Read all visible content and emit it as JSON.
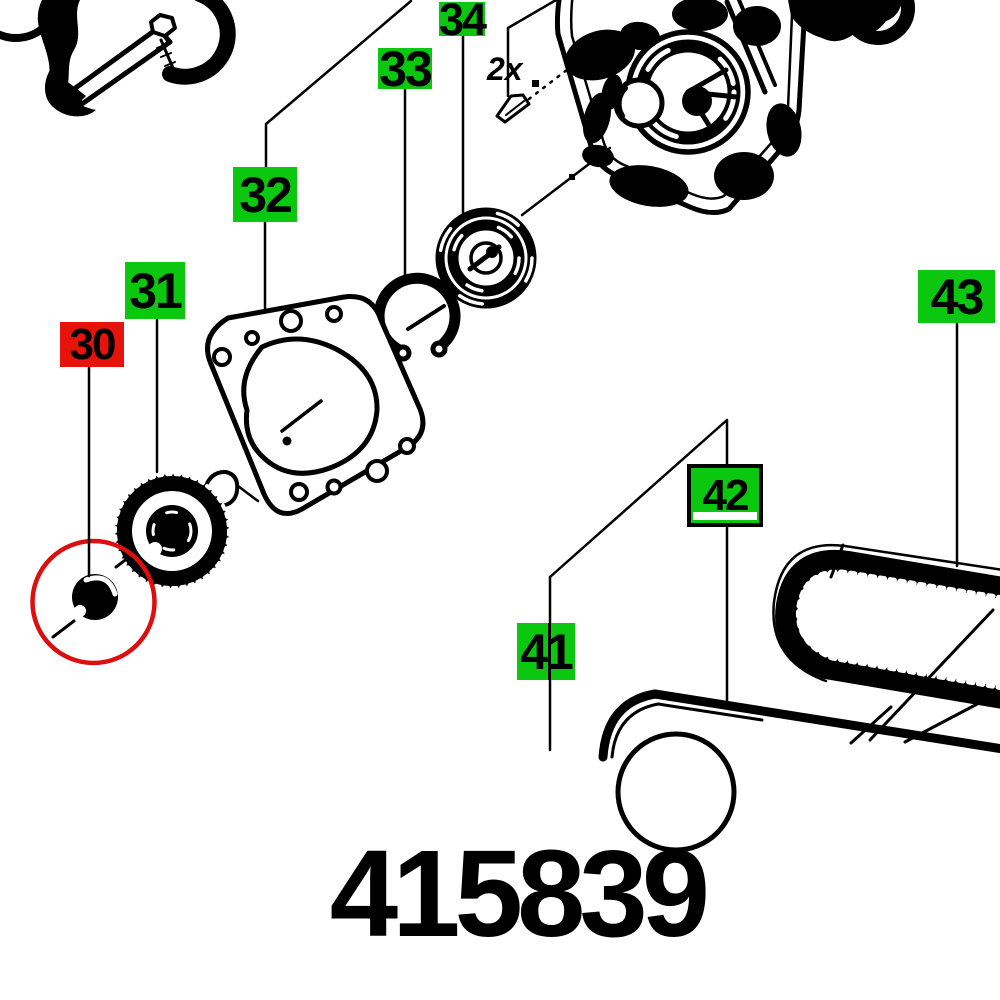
{
  "part_number": "415839",
  "quantity_note": "2x",
  "highlighted_callout": "30",
  "colors": {
    "callout_green": "#0bc70f",
    "callout_red": "#e51309",
    "highlight_circle": "#dc0e0e",
    "line_art": "#000000",
    "background": "#ffffff"
  },
  "callouts": [
    {
      "label": "30",
      "color": "red",
      "highlighted": true
    },
    {
      "label": "31",
      "color": "green",
      "highlighted": false
    },
    {
      "label": "32",
      "color": "green",
      "highlighted": false
    },
    {
      "label": "33",
      "color": "green",
      "highlighted": false
    },
    {
      "label": "34",
      "color": "green",
      "highlighted": false
    },
    {
      "label": "41",
      "color": "green",
      "highlighted": false
    },
    {
      "label": "42",
      "color": "green",
      "highlighted": false
    },
    {
      "label": "43",
      "color": "green",
      "highlighted": false
    }
  ]
}
